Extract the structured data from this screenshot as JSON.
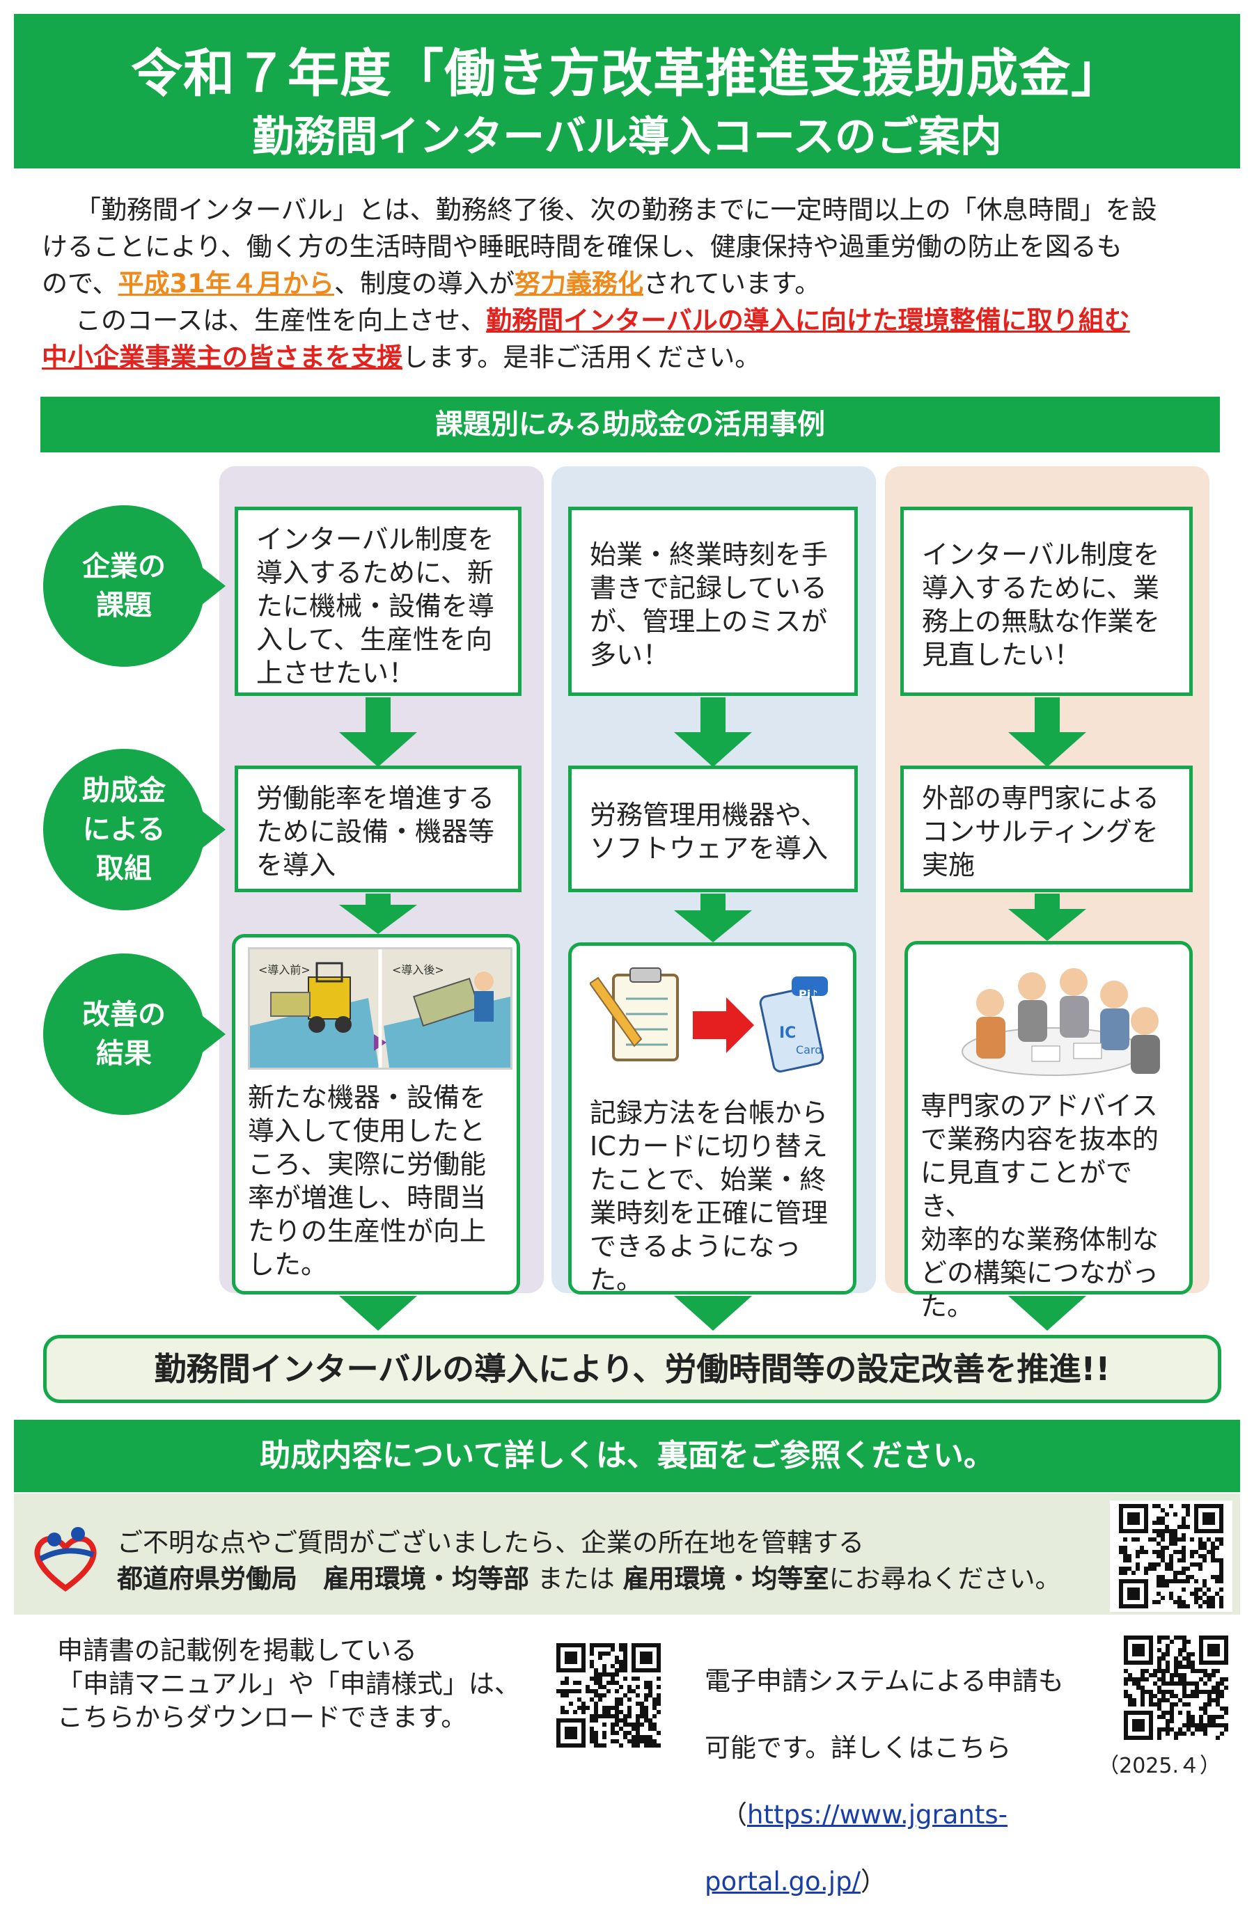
{
  "header": {
    "title": "令和７年度「働き方改革推進支援助成金」",
    "subtitle": "勤務間インターバル導入コースのご案内"
  },
  "intro": {
    "p1_a": "「勤務間インターバル」とは、勤務終了後、次の勤務までに一定時間以上の「休息時間」を設",
    "p1_b": "けることにより、働く方の生活時間や睡眠時間を確保し、健康保持や過重労働の防止を図るも",
    "p1_c_pre": "ので、",
    "p1_c_hl1": "平成31年４月から",
    "p1_c_mid": "、制度の導入が",
    "p1_c_hl2": "努力義務化",
    "p1_c_post": "されています。",
    "p2_a_pre": "このコースは、生産性を向上させ、",
    "p2_a_hl": "勤務間インターバルの導入に向けた環境整備に取り組む",
    "p2_b_hl": "中小企業事業主の皆さまを支援",
    "p2_b_post": "します。是非ご活用ください。"
  },
  "cases": {
    "title": "課題別にみる助成金の活用事例",
    "labels": {
      "issue": "企業の\n課題",
      "measure": "助成金\nによる\n取組",
      "result": "改善の\n結果"
    },
    "columns": [
      {
        "issue": "インターバル制度を\n導入するために、新\nたに機械・設備を導\n入して、生産性を向\n上させたい！",
        "measure": "労働能率を増進する\nために設備・機器等\nを導入",
        "illus_before": "<導入前>",
        "illus_after": "<導入後>",
        "result": "新たな機器・設備を\n導入して使用したと\nころ、実際に労働能\n率が増進し、時間当\nたりの生産性が向上\nした。"
      },
      {
        "issue": "始業・終業時刻を手\n書きで記録している\nが、管理上のミスが\n多い！",
        "measure": "労務管理用機器や、\nソフトウェアを導入",
        "card_ic": "IC",
        "card_text": "Card",
        "card_pi": "Pi♪",
        "result": "記録方法を台帳から\nICカードに切り替え\nたことで、始業・終\n業時刻を正確に管理\nできるようになった。"
      },
      {
        "issue": "インターバル制度を\n導入するために、業\n務上の無駄な作業を\n見直したい！",
        "measure": "外部の専門家による\nコンサルティングを\n実施",
        "result": "専門家のアドバイス\nで業務内容を抜本的\nに見直すことができ、\n効率的な業務体制な\nどの構築につながっ\nた。"
      }
    ]
  },
  "banner": "勤務間インターバルの導入により、労働時間等の設定改善を推進!!",
  "detail_bar": "助成内容について詳しくは、裏面をご参照ください。",
  "contact": {
    "line1": "ご不明な点やご質問がございましたら、企業の所在地を管轄する",
    "line2_bold1": "都道府県労働局　雇用環境・均等部",
    "line2_mid": " または ",
    "line2_bold2": "雇用環境・均等室",
    "line2_post": "にお尋ねください。"
  },
  "footer": {
    "left_text": "申請書の記載例を掲載している\n「申請マニュアル」や「申請様式」は、\nこちらからダウンロードできます。",
    "right_text1": "電子申請システムによる申請も",
    "right_text2": "可能です。詳しくはこちら",
    "right_paren_open": "（",
    "right_link1": "https://www.jgrants-",
    "right_link2": "portal.go.jp/",
    "right_paren_close": "）",
    "date": "（2025.４）"
  },
  "colors": {
    "green": "#15a84b",
    "orange": "#ee8a1b",
    "red": "#e3211d",
    "link": "#1a3ea8"
  }
}
